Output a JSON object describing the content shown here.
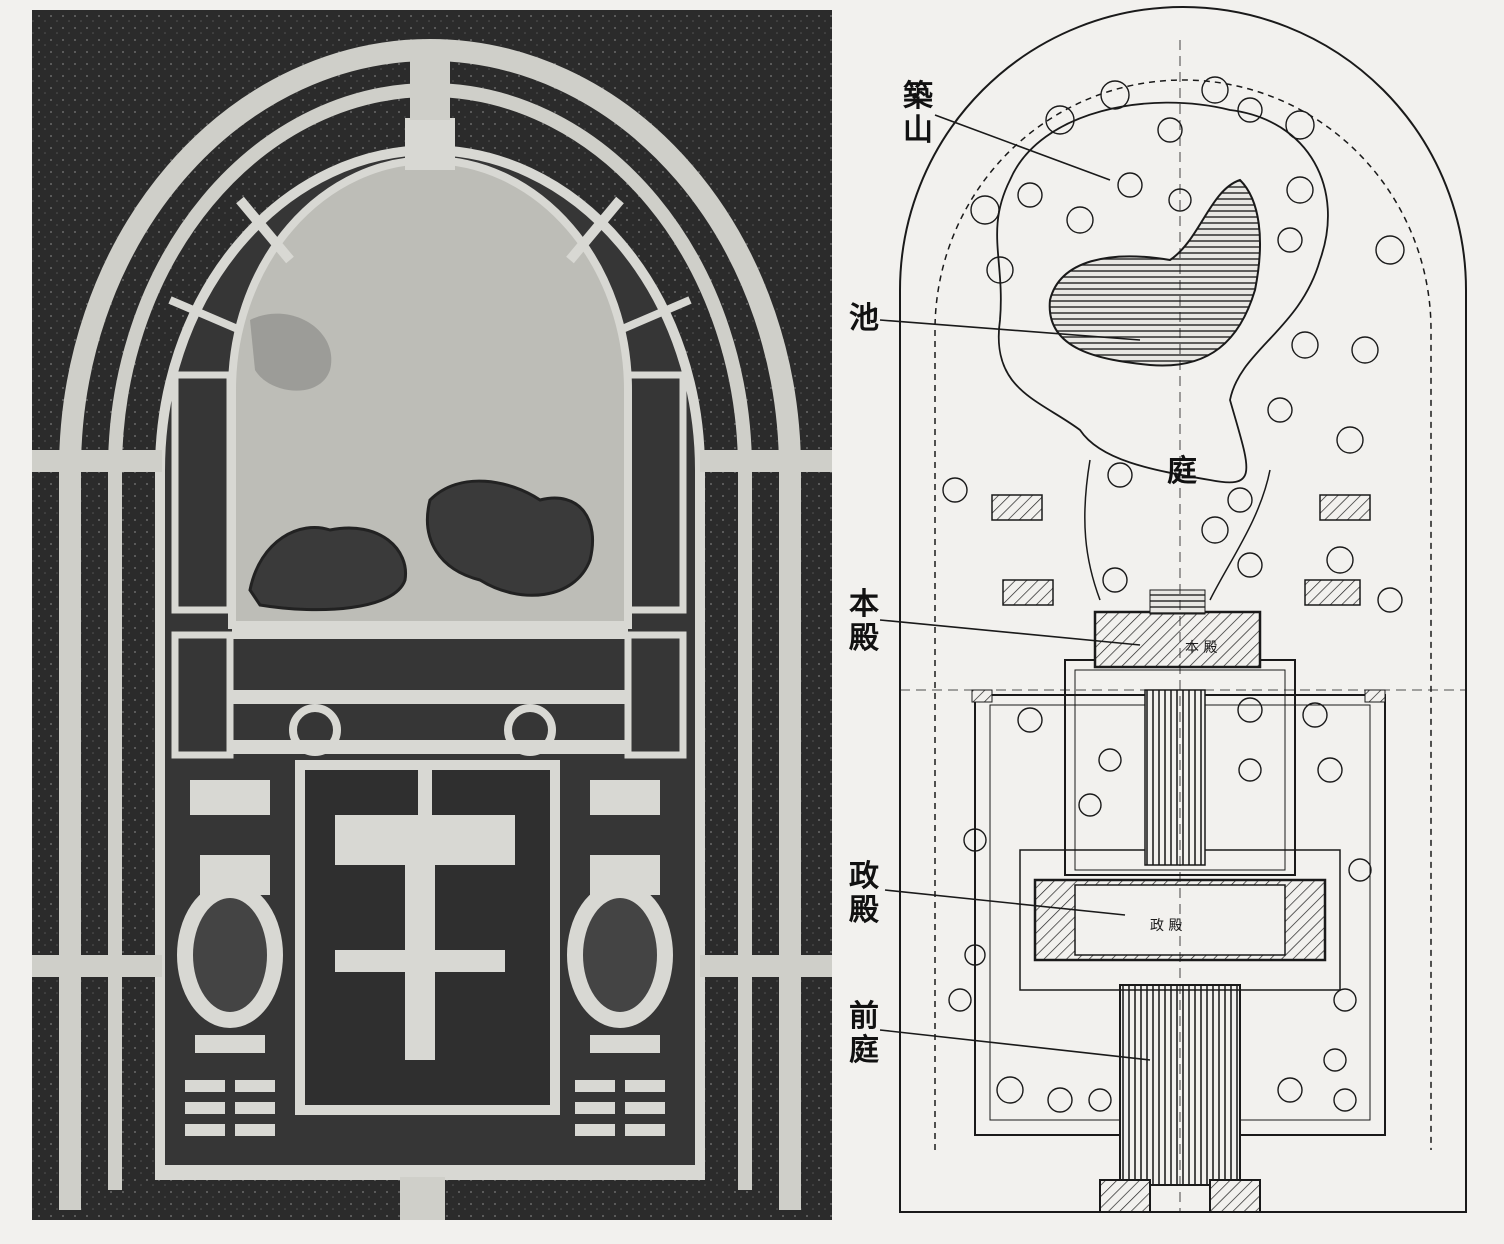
{
  "labels": {
    "tsukiyama": "築山",
    "ike": "池",
    "niwa": "庭",
    "honden": "本殿",
    "seiden": "政殿",
    "maeniwa": "前庭"
  },
  "colors": {
    "photo_background": "#2a2a2a",
    "photo_paths": "#d8d8d3",
    "paper": "#f2f1ee",
    "ink": "#1a1a1a"
  }
}
